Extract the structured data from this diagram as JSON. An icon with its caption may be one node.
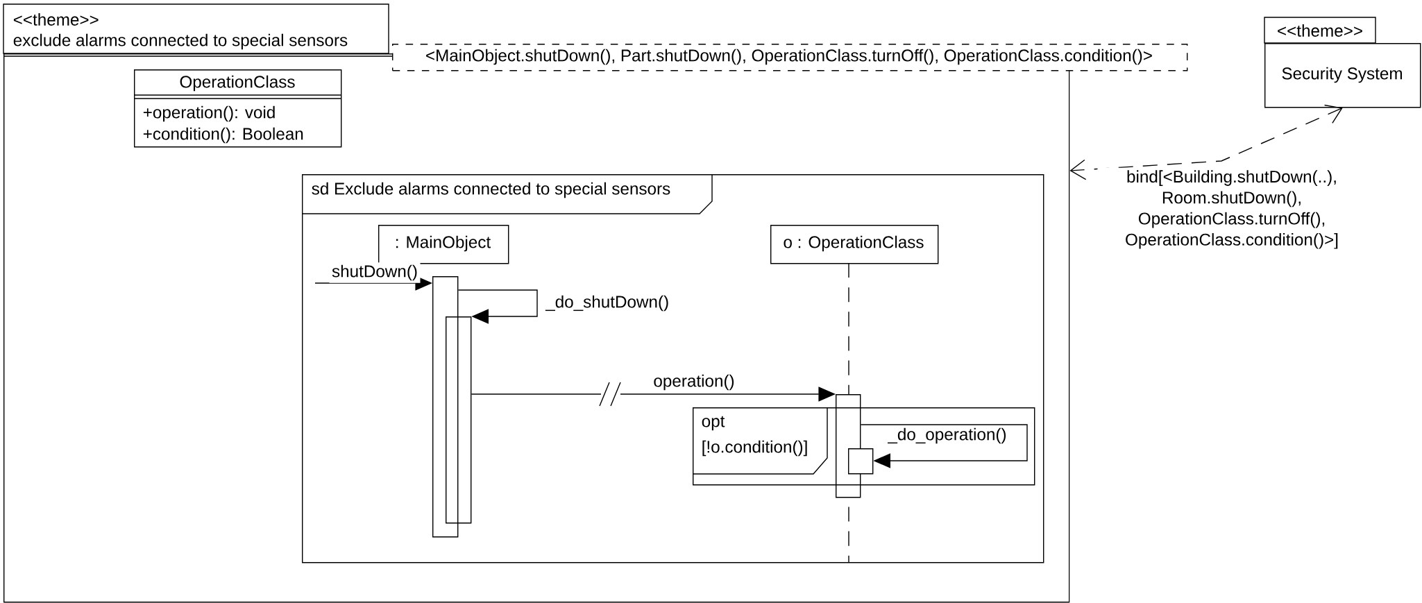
{
  "diagram": {
    "nodes": [
      {
        "text": [
          "<<theme>>",
          "exclude alarms connected to special sensors"
        ]
      },
      {
        "text": [
          "<MainObject.shutDown(), Part.shutDown(), OperationClass.turnOff(), OperationClass.condition()>"
        ]
      },
      {
        "text": [
          "OperationClass",
          "+operation(): void",
          "+condition(): Boolean"
        ],
        "in": 0
      },
      {
        "text": [
          "sd  Exclude alarms connected to special sensors"
        ],
        "in": 0
      },
      {
        "text": [
          ": MainObject"
        ],
        "in": 3
      },
      {
        "text": [
          "o : OperationClass"
        ],
        "in": 3
      },
      {
        "text": [],
        "shape": "bar",
        "in": 3
      },
      {
        "text": [],
        "shape": "bar",
        "in": 3
      },
      {
        "text": [],
        "shape": "bar",
        "in": 3
      },
      {
        "text": [
          "opt",
          "[!o.condition()]"
        ],
        "in": 3
      },
      {
        "text": [],
        "shape": "bar",
        "in": 9
      },
      {
        "text": [
          "<<theme>>",
          "Security System"
        ]
      }
    ],
    "edges": [
      {
        "from": null,
        "to": 6,
        "arrow": "to",
        "label": "shutDown()"
      },
      {
        "from": 6,
        "to": 7,
        "arrow": "to",
        "label": "_do_shutDown()"
      },
      {
        "from": 7,
        "to": 8,
        "arrow": "to",
        "label": "operation()"
      },
      {
        "from": 8,
        "to": 10,
        "arrow": "to",
        "label": "_do_operation()"
      },
      {
        "from": 11,
        "to": 0,
        "arrow": "both",
        "style": "dashed",
        "label": "bind[<Building.shutDown(..), Room.shutDown(), OperationClass.turnOff(), OperationClass.condition()>]"
      }
    ]
  }
}
